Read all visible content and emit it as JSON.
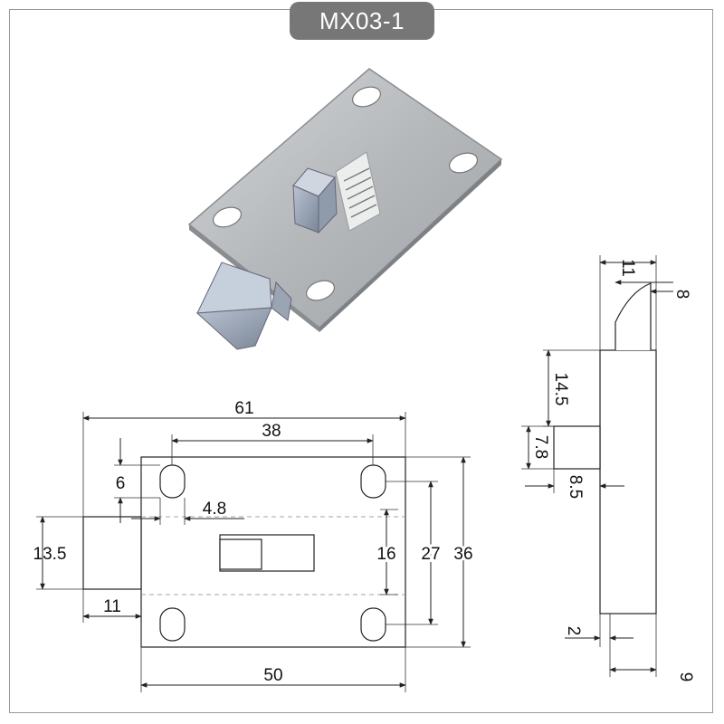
{
  "model": "MX03-1",
  "front_view": {
    "overall_width": "61",
    "hole_spacing_horizontal": "38",
    "hole_height": "6",
    "hole_width": "4.8",
    "bolt_height": "13.5",
    "bolt_protrusion": "11",
    "slot_height": "16",
    "hole_spacing_vertical": "27",
    "plate_height": "36",
    "plate_width": "50"
  },
  "side_view": {
    "top_width": "11",
    "bevel": "8",
    "upper_offset": "14.5",
    "knob_height": "7.8",
    "knob_depth": "8.5",
    "plate_thickness": "2",
    "bolt_thickness": "9"
  },
  "colors": {
    "badge": "#777777",
    "frame": "#9a9a9a",
    "metal": "#b9bcc0"
  }
}
